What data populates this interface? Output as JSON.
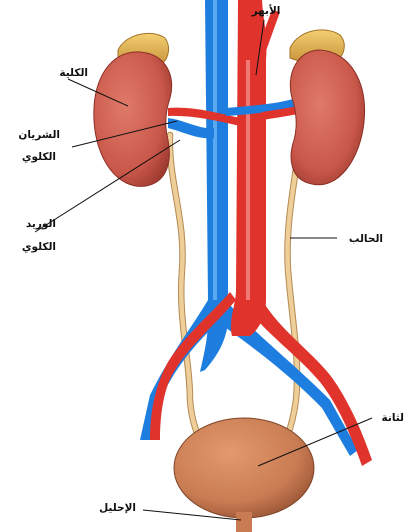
{
  "labels": {
    "aorta": "الأبهر",
    "kidney": "الكلية",
    "renal_artery_line1": "الشريان",
    "renal_artery_line2": "الكلوي",
    "renal_vein_line1": "الوريد",
    "renal_vein_line2": "الكلوي",
    "ureter": "الحالب",
    "bladder": "لثانة",
    "urethra": "الإحليل"
  },
  "colors": {
    "artery": "#e0332c",
    "vein": "#1e7ee0",
    "kidney": "#c9584a",
    "adrenal": "#e0b050",
    "ureter": "#eecf9a",
    "bladder": "#c97b52",
    "leader_line": "#111111"
  }
}
